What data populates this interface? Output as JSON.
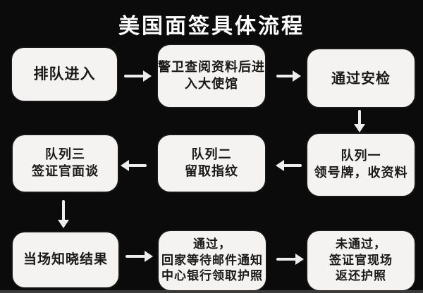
{
  "title": "美国面签具体流程",
  "colors": {
    "background": "#0b0b0b",
    "box_fill": "#f4f3f1",
    "box_text": "#191919",
    "title_text": "#ffffff",
    "arrow": "#ededed",
    "bottom_strip": "#3a3a3a"
  },
  "nodes": [
    {
      "id": "queue-enter",
      "lines": [
        "排队进入"
      ]
    },
    {
      "id": "guard-check",
      "lines": [
        "警卫查阅资料后进",
        "入大使馆"
      ]
    },
    {
      "id": "security-check",
      "lines": [
        "通过安检"
      ]
    },
    {
      "id": "queue-1",
      "lines": [
        "队列一",
        "领号牌，收资料"
      ]
    },
    {
      "id": "queue-2",
      "lines": [
        "队列二",
        "留取指纹"
      ]
    },
    {
      "id": "queue-3",
      "lines": [
        "队列三",
        "签证官面谈"
      ]
    },
    {
      "id": "result-on-spot",
      "lines": [
        "当场知晓结果"
      ]
    },
    {
      "id": "passed",
      "lines": [
        "通过，",
        "回家等待邮件通知",
        "中心银行领取护照"
      ]
    },
    {
      "id": "not-passed",
      "lines": [
        "未通过，",
        "签证官现场",
        "返还护照"
      ]
    }
  ],
  "edges": [
    {
      "from": "queue-enter",
      "to": "guard-check"
    },
    {
      "from": "guard-check",
      "to": "security-check"
    },
    {
      "from": "security-check",
      "to": "queue-1"
    },
    {
      "from": "queue-1",
      "to": "queue-2"
    },
    {
      "from": "queue-2",
      "to": "queue-3"
    },
    {
      "from": "queue-3",
      "to": "result-on-spot"
    },
    {
      "from": "result-on-spot",
      "to": "passed"
    },
    {
      "from": "passed",
      "to": "not-passed"
    }
  ]
}
